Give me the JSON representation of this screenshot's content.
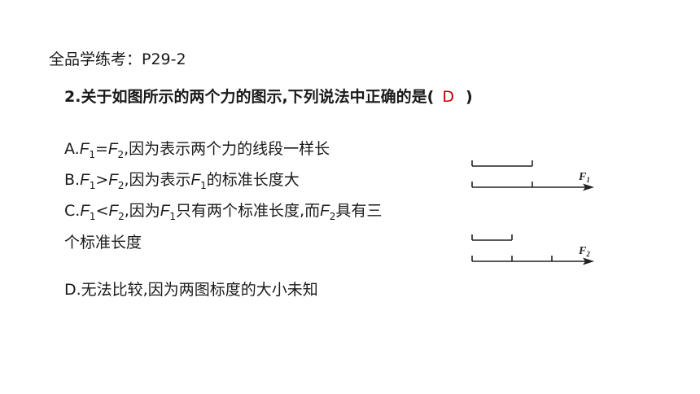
{
  "reference": "全品学练考：P29-2",
  "question": {
    "number": "2.",
    "text": "关于如图所示的两个力的图示,下列说法中正确的是(",
    "answer": "D",
    "close": ")"
  },
  "options": {
    "a": {
      "letter": "A.",
      "f": "F",
      "sub1": "1",
      "op": "=",
      "sub2": "2",
      "rest": ",因为表示两个力的线段一样长"
    },
    "b": {
      "letter": "B.",
      "f": "F",
      "sub1": "1",
      "op": ">",
      "sub2": "2",
      "rest1": ",因为表示",
      "sub3": "1",
      "rest2": "的标准长度大"
    },
    "c": {
      "letter": "C.",
      "f": "F",
      "sub1": "1",
      "op": "<",
      "sub2": "2",
      "rest1": ",因为",
      "sub3": "1",
      "rest2": "只有两个标准长度,而",
      "sub4": "2",
      "rest3": "具有三",
      "line2": "个标准长度"
    },
    "d": {
      "letter": "D.",
      "rest": "无法比较,因为两图标度的大小未知"
    }
  },
  "figure": {
    "f1": {
      "label": "F",
      "sub": "1",
      "scale_segments": 1,
      "force_segments": 2
    },
    "f2": {
      "label": "F",
      "sub": "2",
      "scale_segments": 1,
      "force_segments": 3
    }
  }
}
